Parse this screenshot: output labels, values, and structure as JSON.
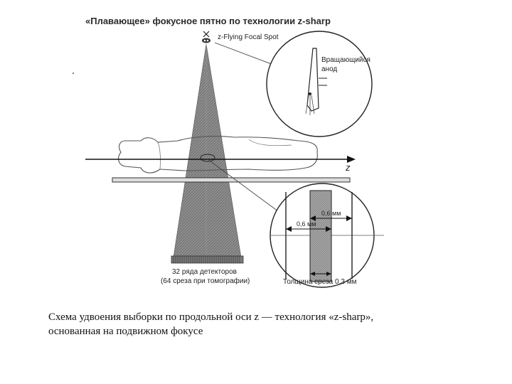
{
  "figure": {
    "title": "«Плавающее» фокусное пятно по технологии z-sharp",
    "focal_spot_label": "z-Flying Focal Spot",
    "anode_label_line1": "Вращающийся",
    "anode_label_line2": "анод",
    "axis_label": "z",
    "dim_upper": "0,6 мм",
    "dim_lower": "0,6 мм",
    "slice_thickness": "Толщина среза 0,3 мм",
    "detector_line1": "32 ряда детекторов",
    "detector_line2": "(64 среза при томографии)"
  },
  "caption": {
    "line1": "Схема удвоения выборки по продольной оси z — технология «z-sharp»,",
    "line2": "основанная на подвижном фокусе"
  }
}
